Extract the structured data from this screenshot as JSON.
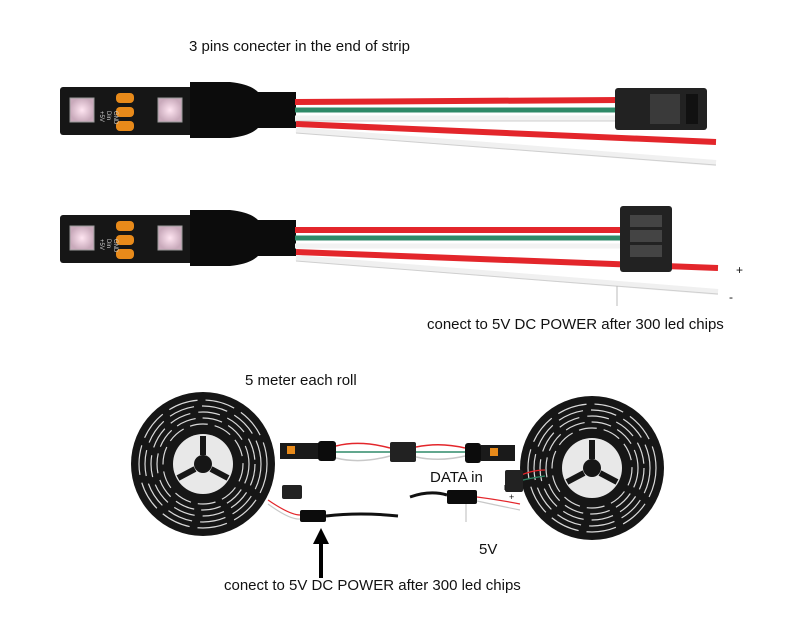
{
  "labels": {
    "top_title": "3 pins conecter in the end of strip",
    "power_note_top": "conect to 5V DC POWER after 300 led chips",
    "roll_note": "5 meter each roll",
    "data_in": "DATA in",
    "five_v": "5V",
    "power_note_bottom": "conect to 5V DC POWER after 300 led chips",
    "plus_sign": "+",
    "minus_sign": "-"
  },
  "strip_pad_text": [
    "+5V",
    "Din",
    "GND"
  ],
  "colors": {
    "strip": "#1a1a1a",
    "pad": "#e88a1a",
    "wire_red": "#e3262b",
    "wire_green": "#2f8a68",
    "wire_white": "#f2f2f2",
    "connector": "#222222"
  }
}
